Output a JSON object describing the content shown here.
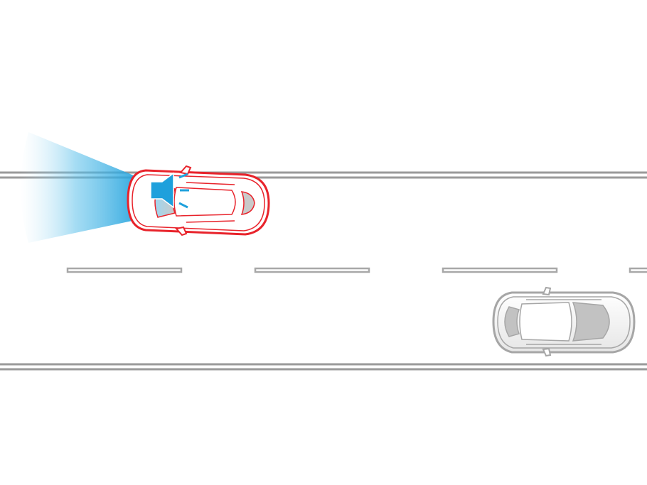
{
  "scene": {
    "background_color": "#ffffff",
    "road_line_color": "#9a9a9a",
    "lane_marking_color": "#a8a8a8"
  },
  "vehicles": {
    "ego": {
      "role": "own-vehicle",
      "outline_color": "#e8232b",
      "body_color": "#ffffff",
      "glass_color": "#c9c9c9",
      "heading": "left",
      "icon": "radar-sensor-icon",
      "icon_color": "#1ea0dc"
    },
    "other": {
      "role": "other-vehicle",
      "outline_color": "#a6a6a6",
      "body_color": "#f4f4f4",
      "glass_color": "#c2c2c2",
      "heading": "right"
    }
  },
  "detection_beam": {
    "color": "#1ea0dc",
    "direction": "rear"
  }
}
